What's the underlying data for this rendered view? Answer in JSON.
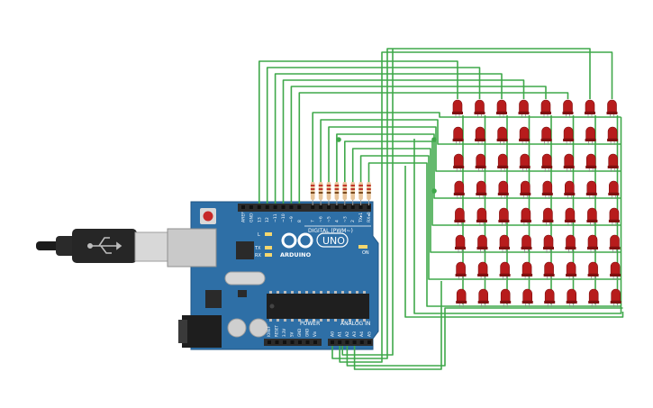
{
  "board": {
    "digital_label": "DIGITAL (PWM~)",
    "power_label": "POWER",
    "analog_label": "ANALOG IN",
    "logo_text": "ARDUINO",
    "model_text": "UNO",
    "on_label": "ON",
    "l_label": "L",
    "tx_label": "TX",
    "rx_label": "RX",
    "digital_pins": [
      "AREF",
      "GND",
      "13",
      "12",
      "~11",
      "~10",
      "~9",
      "8",
      "7",
      "~6",
      "~5",
      "4",
      "~3",
      "2",
      "TX▸1",
      "RX◂0"
    ],
    "power_pins": [
      "IOREF",
      "RESET",
      "3.3V",
      "5V",
      "GND",
      "GND",
      "Vin"
    ],
    "analog_pins": [
      "A0",
      "A1",
      "A2",
      "A3",
      "A4",
      "A5"
    ]
  },
  "matrix": {
    "rows": 8,
    "cols": 8
  },
  "colors": {
    "board": "#2e6fa6",
    "board_dark": "#1f5685",
    "wire": "#3fa84a",
    "led": "#b71c1c",
    "led_dark": "#7f1010",
    "header": "#2b2b2b",
    "resistor": "#e8c49a"
  }
}
